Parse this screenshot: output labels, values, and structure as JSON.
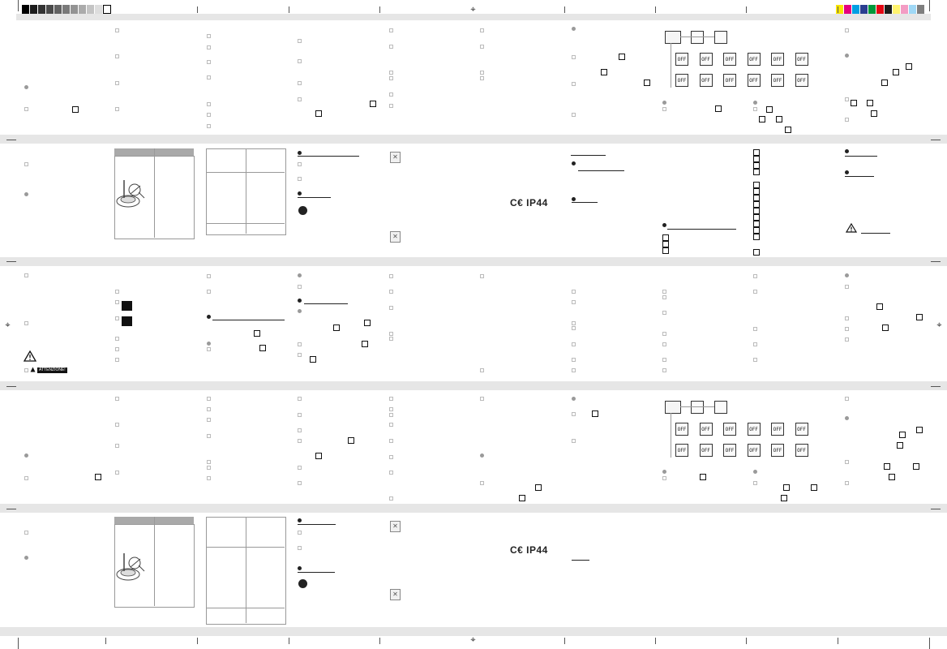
{
  "color_bar_left": [
    "#000000",
    "#1c1c1c",
    "#333333",
    "#4a4a4a",
    "#626262",
    "#7a7a7a",
    "#939393",
    "#ababab",
    "#c4c4c4",
    "#dddddd"
  ],
  "color_bar_right": [
    "#f9e400",
    "#e6007e",
    "#009fe3",
    "#2a3e90",
    "#00983a",
    "#e30613",
    "#1d1d1b",
    "#fff36e",
    "#f39cc4",
    "#9fd8f6",
    "#7f7f7f"
  ],
  "ce_mark": "C€ IP44",
  "warning_label": "ATTENZIONE!",
  "lcd_label": "OFF",
  "icons": {
    "registration": "crosshair-icon",
    "warning": "warning-triangle-icon",
    "recycle": "recycle-icon",
    "bin": "crossed-bin-icon"
  }
}
